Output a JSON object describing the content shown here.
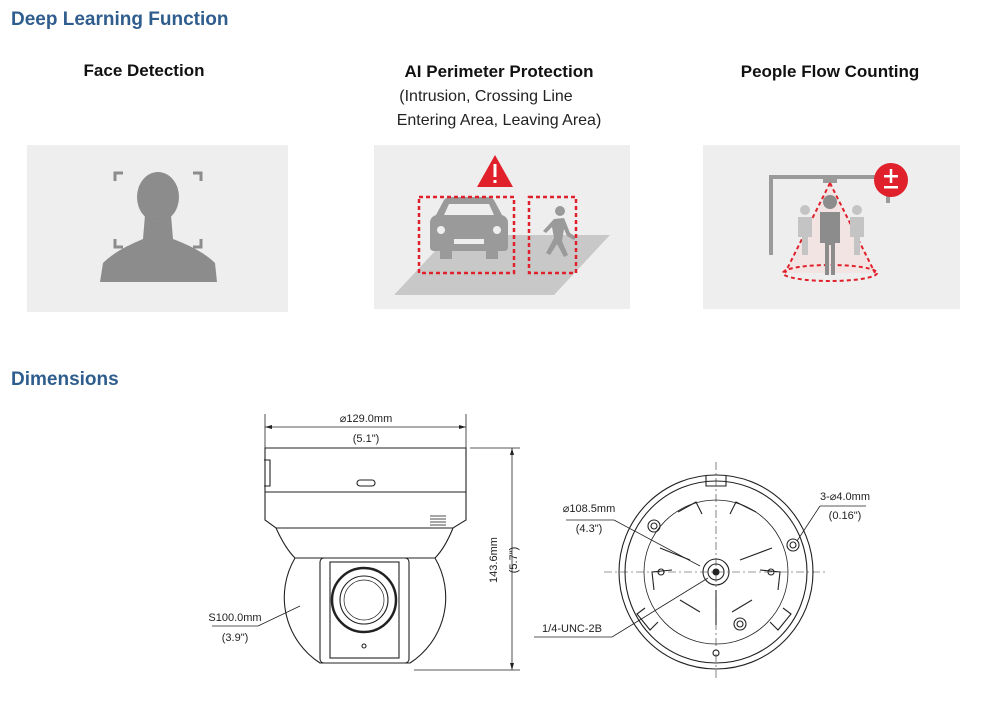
{
  "sections": {
    "deep_learning_title": "Deep Learning Function",
    "dimensions_title": "Dimensions"
  },
  "features": [
    {
      "title": "Face Detection",
      "subtitle_lines": [],
      "icon": "face-detection-icon"
    },
    {
      "title": "AI Perimeter Protection",
      "subtitle_lines": [
        "(Intrusion, Crossing Line",
        "Entering Area, Leaving Area)"
      ],
      "icon": "perimeter-protection-icon"
    },
    {
      "title": "People Flow Counting",
      "subtitle_lines": [],
      "icon": "people-counting-icon"
    }
  ],
  "colors": {
    "heading": "#2f5d8e",
    "alert_red": "#e0202a",
    "panel_bg": "#eeeeee",
    "icon_gray": "#8c8c8c"
  },
  "dimensions": {
    "width": "⌀129.0mm",
    "width_in": "(5.1\")",
    "height": "143.6mm",
    "height_in": "(5.7\")",
    "sphere": "S100.0mm",
    "sphere_in": "(3.9\")",
    "base_dia": "⌀108.5mm",
    "base_dia_in": "(4.3\")",
    "holes": "3-⌀4.0mm",
    "holes_in": "(0.16\")",
    "thread": "1/4-UNC-2B"
  }
}
